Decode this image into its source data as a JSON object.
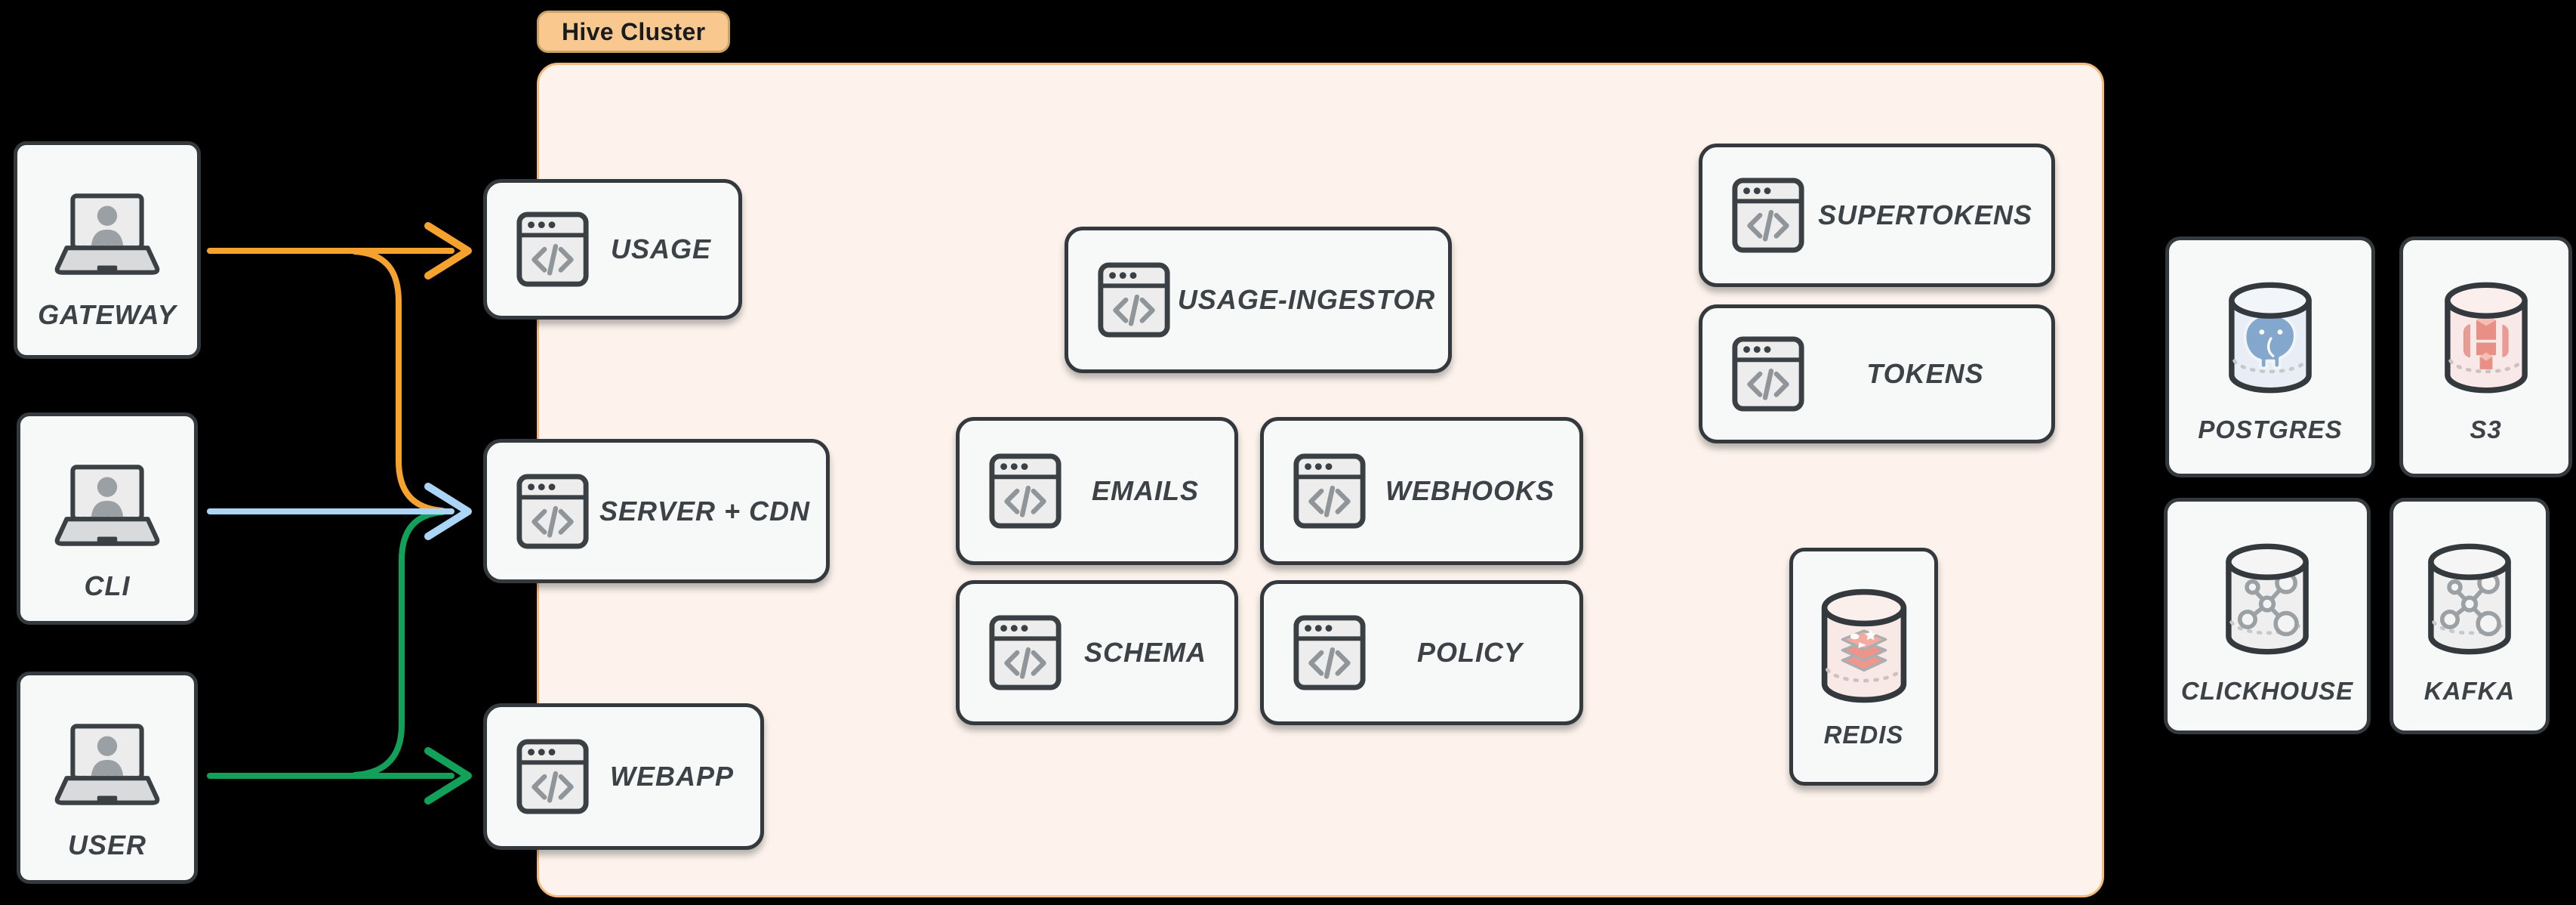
{
  "colors": {
    "background": "#000000",
    "node_fill": "#f7f8f8",
    "node_border": "#33393c",
    "label_text": "#3d4246",
    "cluster_fill": "#fdf3ec",
    "cluster_border": "#f3ba7c",
    "cluster_label_fill": "#f8c88f",
    "arrow_orange": "#f6a22f",
    "arrow_blue": "#abd5f6",
    "arrow_green": "#12a158"
  },
  "cluster": {
    "label": "Hive Cluster"
  },
  "actors": [
    {
      "id": "gateway",
      "label": "GATEWAY",
      "icon": "laptop-user-icon"
    },
    {
      "id": "cli",
      "label": "CLI",
      "icon": "laptop-user-icon"
    },
    {
      "id": "user",
      "label": "USER",
      "icon": "laptop-user-icon"
    }
  ],
  "services": [
    {
      "id": "usage",
      "label": "USAGE",
      "icon": "code-window-icon"
    },
    {
      "id": "server-cdn",
      "label": "SERVER + CDN",
      "icon": "code-window-icon"
    },
    {
      "id": "webapp",
      "label": "WEBAPP",
      "icon": "code-window-icon"
    },
    {
      "id": "usage-ingestor",
      "label": "USAGE-INGESTOR",
      "icon": "code-window-icon"
    },
    {
      "id": "emails",
      "label": "EMAILS",
      "icon": "code-window-icon"
    },
    {
      "id": "webhooks",
      "label": "WEBHOOKS",
      "icon": "code-window-icon"
    },
    {
      "id": "schema",
      "label": "SCHEMA",
      "icon": "code-window-icon"
    },
    {
      "id": "policy",
      "label": "POLICY",
      "icon": "code-window-icon"
    },
    {
      "id": "supertokens",
      "label": "SUPERTOKENS",
      "icon": "code-window-icon"
    },
    {
      "id": "tokens",
      "label": "TOKENS",
      "icon": "code-window-icon"
    }
  ],
  "cache": {
    "id": "redis",
    "label": "REDIS",
    "icon": "redis-cylinder-icon"
  },
  "datastores": [
    {
      "id": "postgres",
      "label": "POSTGRES",
      "icon": "postgres-cylinder-icon"
    },
    {
      "id": "s3",
      "label": "S3",
      "icon": "s3-cylinder-icon"
    },
    {
      "id": "clickhouse",
      "label": "CLICKHOUSE",
      "icon": "molecule-cylinder-icon"
    },
    {
      "id": "kafka",
      "label": "KAFKA",
      "icon": "molecule-cylinder-icon"
    }
  ],
  "connections": [
    {
      "from": "GATEWAY",
      "to": "USAGE",
      "color": "#f6a22f"
    },
    {
      "from": "GATEWAY",
      "to": "SERVER + CDN",
      "color": "#f6a22f"
    },
    {
      "from": "CLI",
      "to": "SERVER + CDN",
      "color": "#abd5f6"
    },
    {
      "from": "USER",
      "to": "WEBAPP",
      "color": "#12a158"
    },
    {
      "from": "USER",
      "to": "SERVER + CDN",
      "color": "#12a158"
    }
  ]
}
